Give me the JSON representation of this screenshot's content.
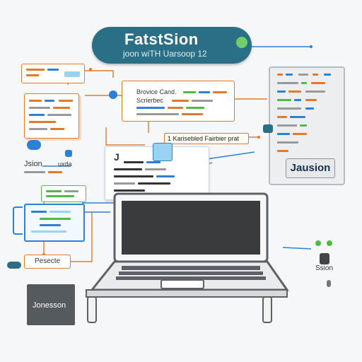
{
  "header": {
    "title": "FatstSion",
    "subtitle": "joon wiTH Uarsoop 12",
    "accent": "#2b6f86"
  },
  "code_card": {
    "line1": "Brovice Cand.",
    "line2": "Scrierbec"
  },
  "tag_label": "1 Karisebled Fairbier prat",
  "left_note": {
    "label": "Jsion",
    "label2": "uxda"
  },
  "right_panel": {
    "badge": "Jausion"
  },
  "pesecte_label": "Pesecte",
  "bottom_left_box": "Jonesson",
  "bottom_right_label": "Ssion",
  "colors": {
    "orange": "#e07b2c",
    "blue": "#2e7fd6",
    "teal": "#2b6f86",
    "green": "#53b84a"
  }
}
